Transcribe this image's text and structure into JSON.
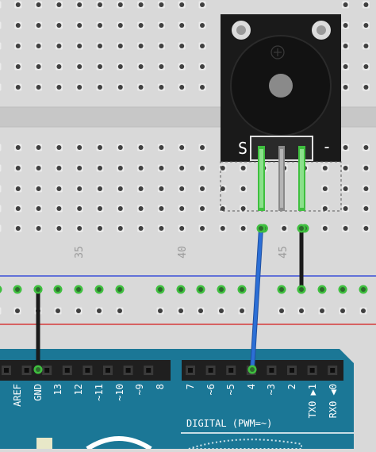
{
  "breadboard": {
    "column_labels": [
      "35",
      "40",
      "45"
    ]
  },
  "module": {
    "pin_signal_label": "S",
    "pin_minus_label": "-"
  },
  "arduino": {
    "pin_labels": [
      "AREF",
      "GND",
      "13",
      "12",
      "~11",
      "~10",
      "~9",
      "8",
      "7",
      "~6",
      "~5",
      "4",
      "~3",
      "2",
      "TX0 ▶1",
      "RX0 ◀0"
    ],
    "digital_label": "DIGITAL (PWM=~)"
  },
  "colors": {
    "breadboard": "#d9d9d9",
    "hole": "#3f3f3f",
    "wire_blue": "#2c6fd6",
    "wire_black": "#1a1a1a",
    "connected_pin": "#3fbf3f",
    "arduino_board": "#1b7796",
    "rail_blue": "#3a4fd8",
    "rail_red": "#d63a3a"
  }
}
